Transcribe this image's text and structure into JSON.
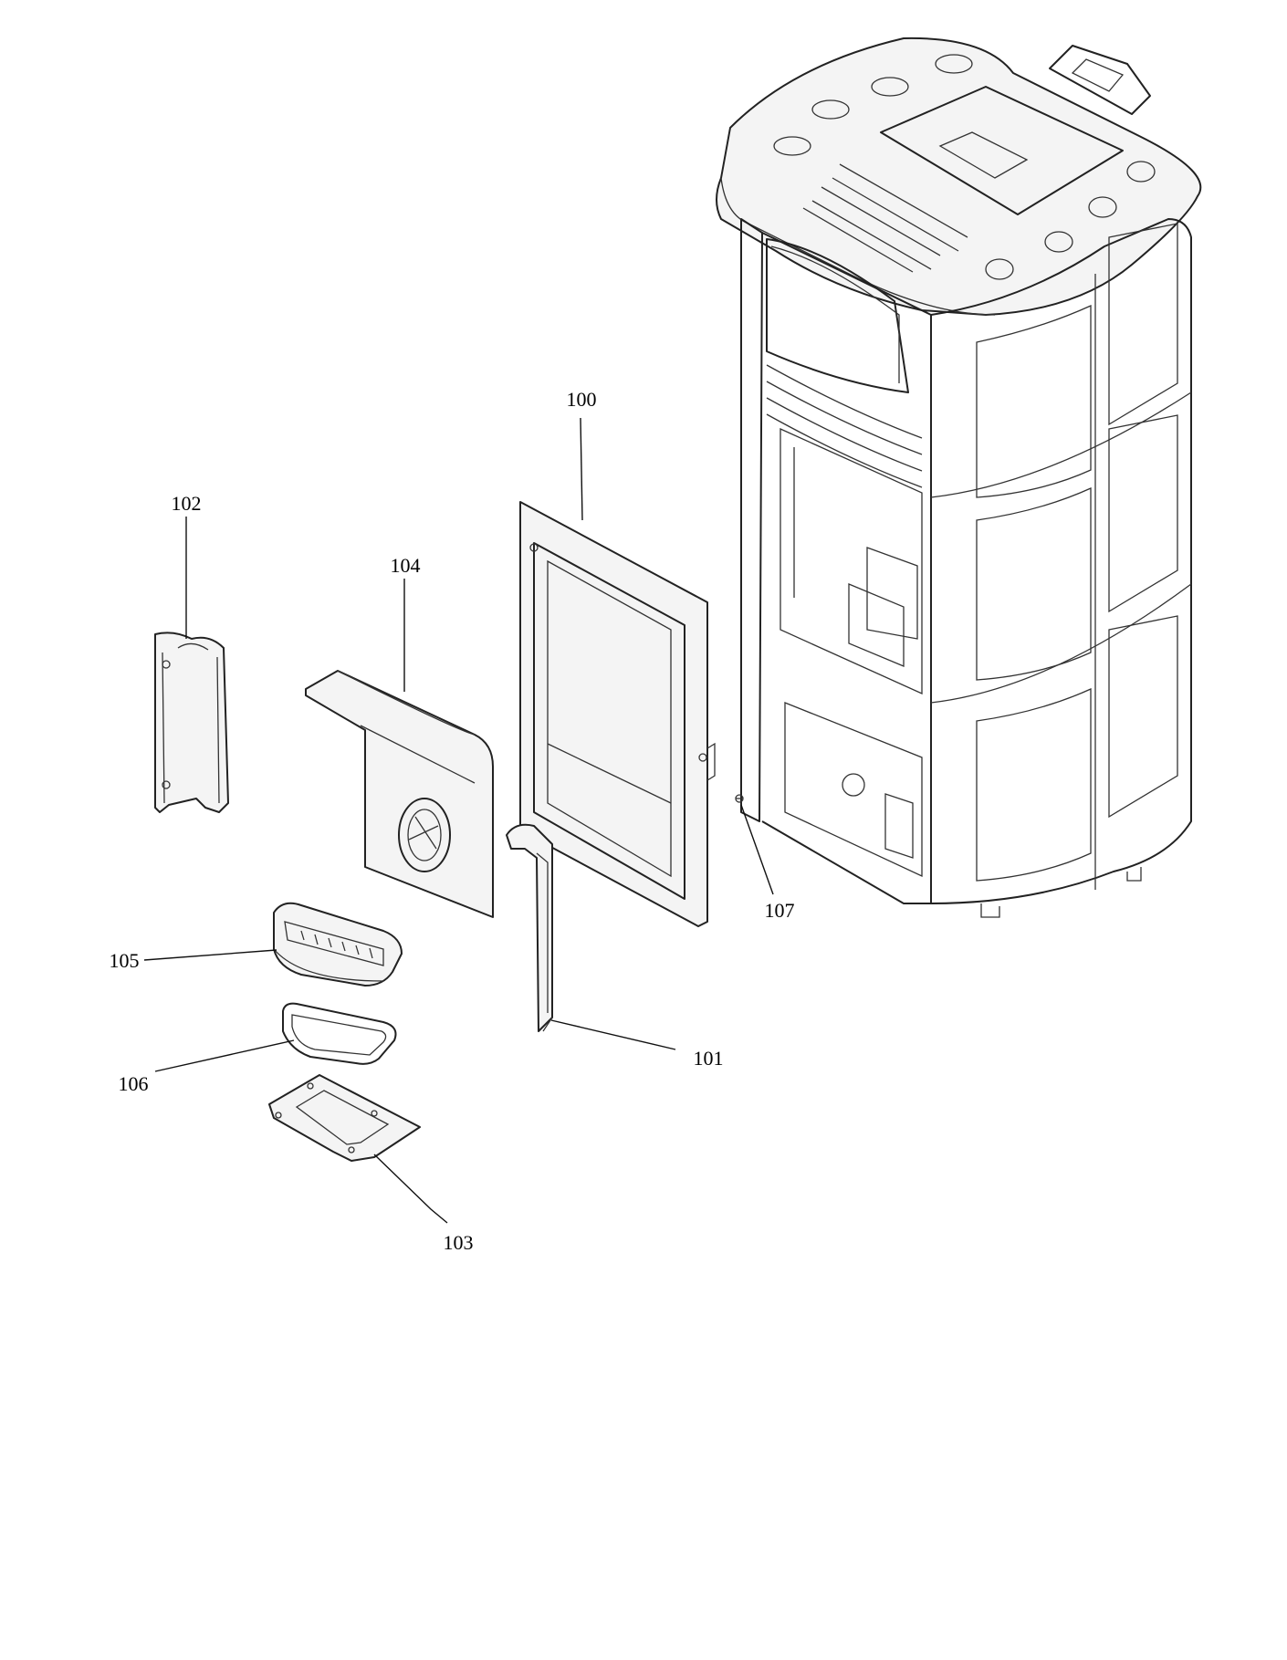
{
  "labels": {
    "l100": "100",
    "l101": "101",
    "l102": "102",
    "l103": "103",
    "l104": "104",
    "l105": "105",
    "l106": "106",
    "l107": "107"
  }
}
